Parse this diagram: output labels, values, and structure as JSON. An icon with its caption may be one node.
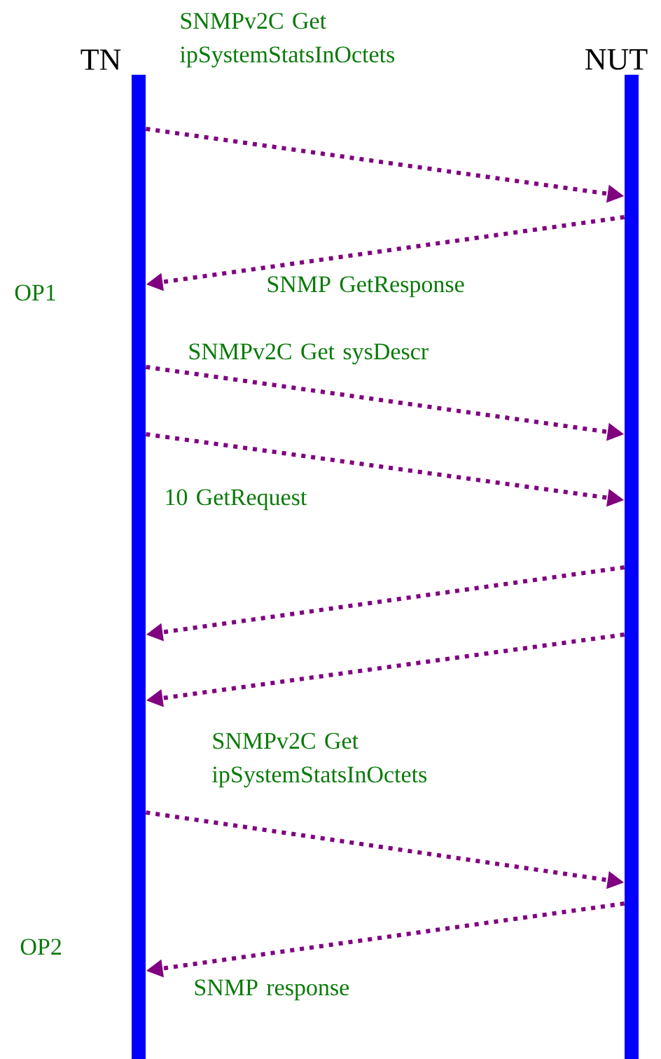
{
  "diagram": {
    "nodes": [
      {
        "text": [
          "TN"
        ]
      },
      {
        "text": [
          "NUT"
        ]
      }
    ],
    "edges": [
      {
        "from": 0,
        "to": 1,
        "arrow": "to",
        "style": "dashed",
        "label": "SNMPv2C Get ipSystemStatsInOctets"
      },
      {
        "from": 1,
        "to": 0,
        "arrow": "to",
        "style": "dashed",
        "label": "SNMP GetResponse"
      },
      {
        "from": 0,
        "to": 1,
        "arrow": "to",
        "style": "dashed",
        "label": "SNMPv2C Get sysDescr"
      },
      {
        "from": 0,
        "to": 1,
        "arrow": "to",
        "style": "dashed",
        "label": "10 GetRequest"
      },
      {
        "from": 1,
        "to": 0,
        "arrow": "to",
        "style": "dashed"
      },
      {
        "from": 1,
        "to": 0,
        "arrow": "to",
        "style": "dashed"
      },
      {
        "from": 0,
        "to": 1,
        "arrow": "to",
        "style": "dashed",
        "label": "SNMPv2C Get ipSystemStatsInOctets"
      },
      {
        "from": 1,
        "to": 0,
        "arrow": "to",
        "style": "dashed",
        "label": "SNMP response"
      }
    ],
    "labels": [
      "OP1",
      "OP2"
    ]
  }
}
